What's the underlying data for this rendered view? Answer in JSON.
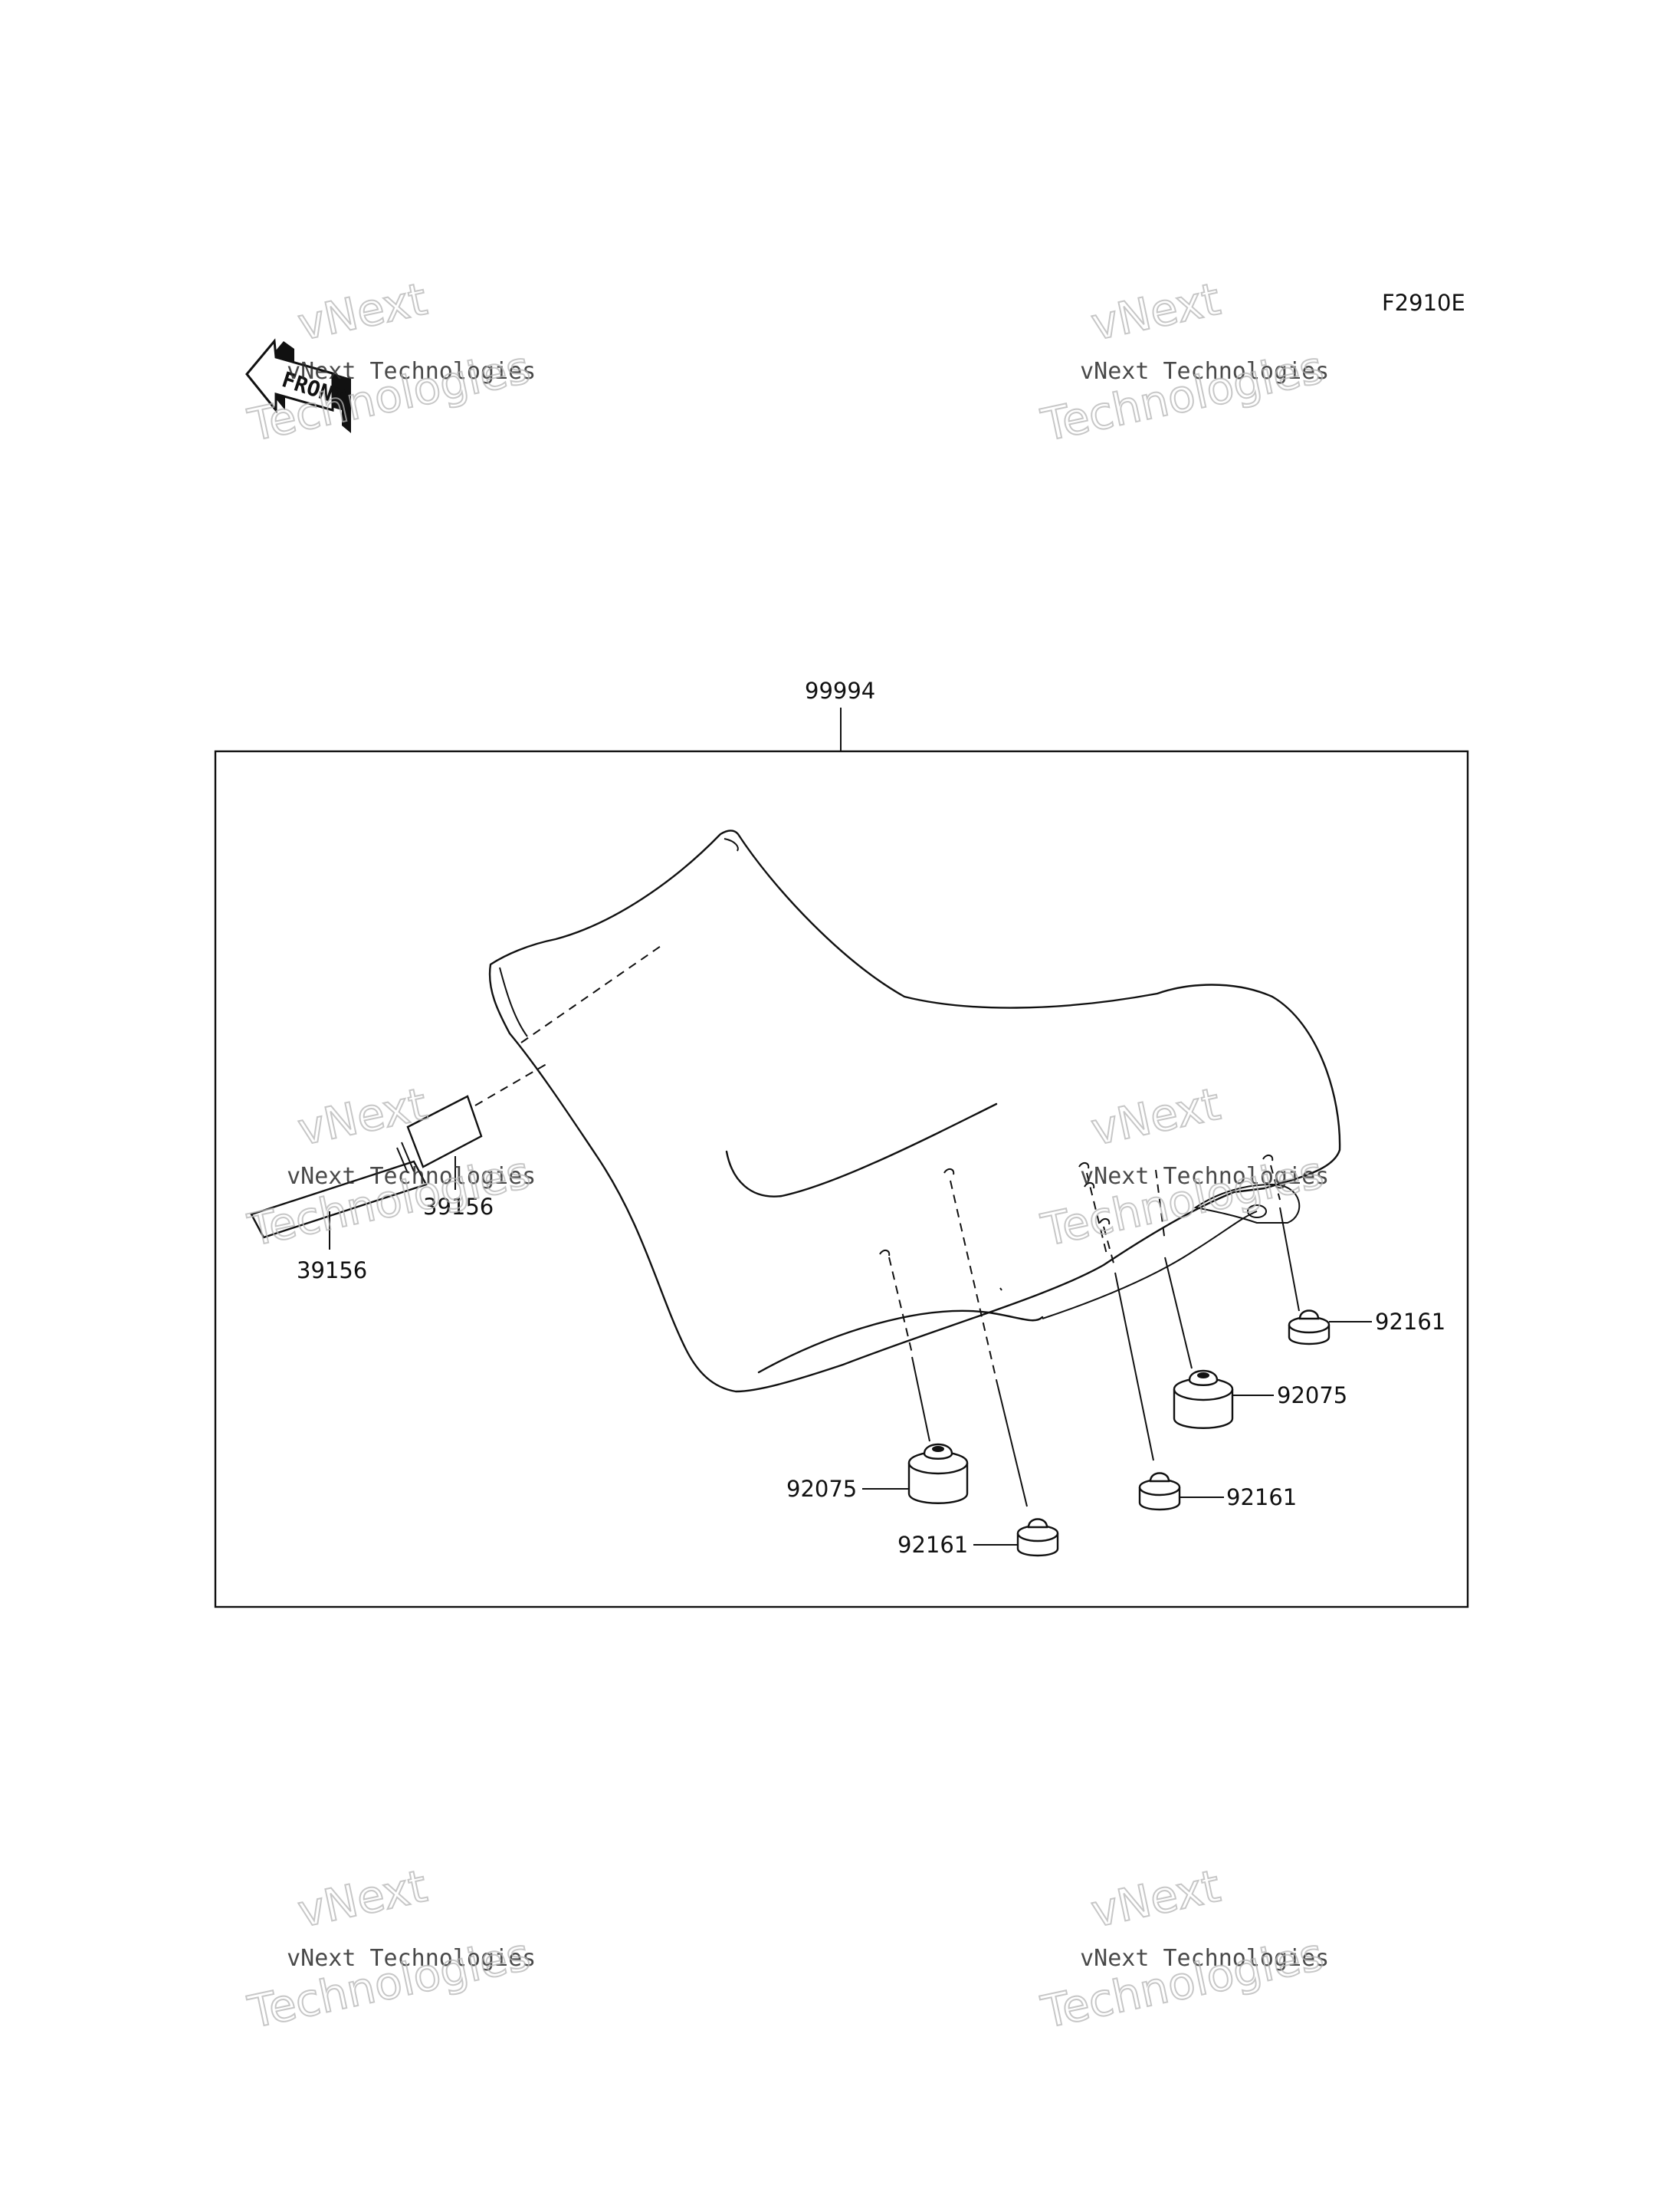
{
  "diagram_code": "F2910E",
  "front_label": "FRONT",
  "watermark": {
    "line1": "vNext",
    "line2": "vNext Technologies",
    "line3": "Technologies"
  },
  "parts": {
    "assembly": "99994",
    "strap_a": "39156",
    "strap_b": "39156",
    "damper_left": "92075",
    "damper_right": "92075",
    "grommet_lower": "92161",
    "grommet_mid": "92161",
    "grommet_right": "92161"
  }
}
